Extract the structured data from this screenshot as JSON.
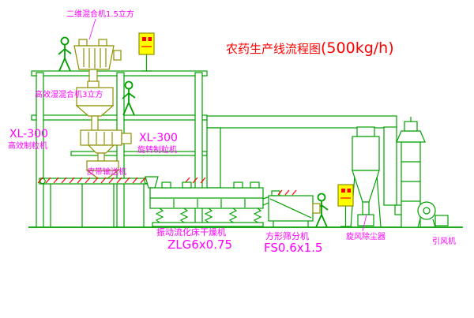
{
  "diagram": {
    "title_main": "农药生产线流程图",
    "title_capacity": "(500kg/h)"
  },
  "labels": {
    "twin_mixer": "二维混合机1.5立方",
    "wet_mixer": "高效湿混合机3立方",
    "granulator_a_model": "XL-300",
    "granulator_a_name": "高效制粒机",
    "granulator_b_model": "XL-300",
    "granulator_b_name": "旋转制粒机",
    "belt_conveyor": "皮带输送机",
    "dryer_name": "振动流化床干燥机",
    "dryer_model": "ZLG6x0.75",
    "sieve_name": "方形筛分机",
    "sieve_model": "FS0.6x1.5",
    "cyclone": "旋风除尘器",
    "fan": "引风机"
  },
  "colors": {
    "green": "#00a000",
    "olive": "#8f8f00",
    "yellow": "#ffff00",
    "magenta": "#ff00ff",
    "red": "#ff0000",
    "background": "#ffffff"
  }
}
